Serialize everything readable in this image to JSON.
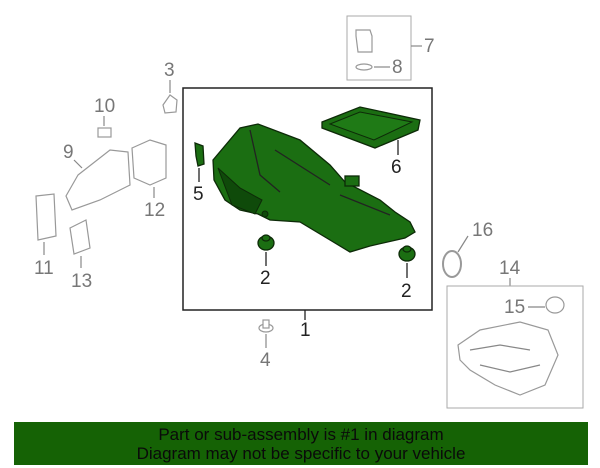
{
  "diagram": {
    "callouts": {
      "c1": "1",
      "c2a": "2",
      "c2b": "2",
      "c3": "3",
      "c4": "4",
      "c5": "5",
      "c6": "6",
      "c7": "7",
      "c8": "8",
      "c9": "9",
      "c10": "10",
      "c11": "11",
      "c12": "12",
      "c13": "13",
      "c14": "14",
      "c15": "15",
      "c16": "16"
    },
    "highlight_color": "#1b6e12"
  },
  "banner": {
    "line1": "Part or sub-assembly is #1 in diagram",
    "line2": "Diagram may not be specific to your vehicle",
    "color": "#156205"
  }
}
